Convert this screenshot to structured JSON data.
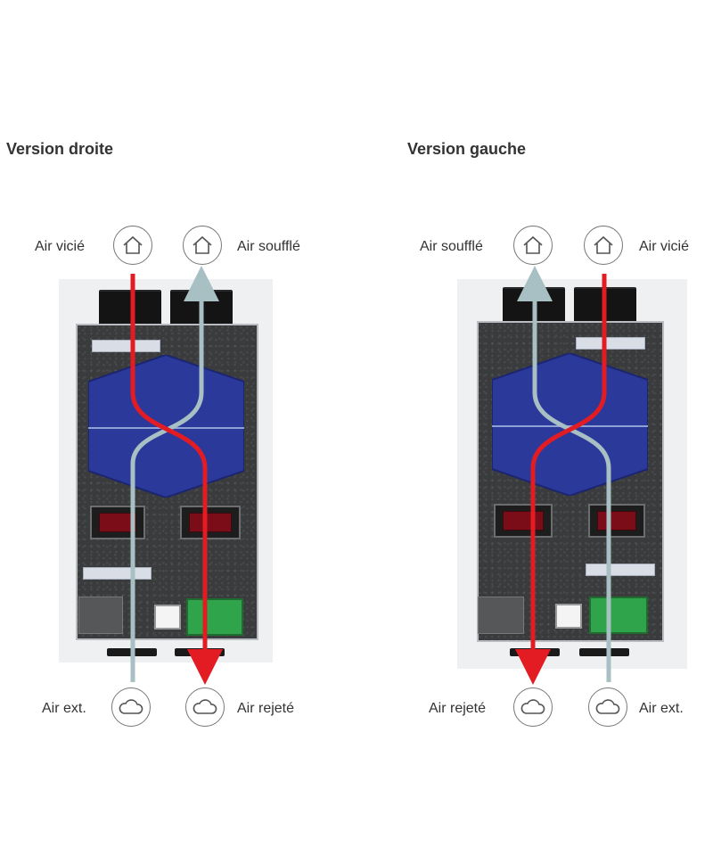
{
  "panels": [
    {
      "title": "Version droite",
      "top_left_label": "Air vicié",
      "top_right_label": "Air soufflé",
      "bottom_left_label": "Air ext.",
      "bottom_right_label": "Air rejeté"
    },
    {
      "title": "Version gauche",
      "top_left_label": "Air soufflé",
      "top_right_label": "Air vicié",
      "bottom_left_label": "Air rejeté",
      "bottom_right_label": "Air ext."
    }
  ],
  "icons": {
    "top": "house-icon",
    "bottom": "cloud-icon"
  },
  "colors": {
    "extract_flow": "#e31c24",
    "supply_flow": "#a8bfc4",
    "heat_exchanger": "#2b3a9a"
  }
}
